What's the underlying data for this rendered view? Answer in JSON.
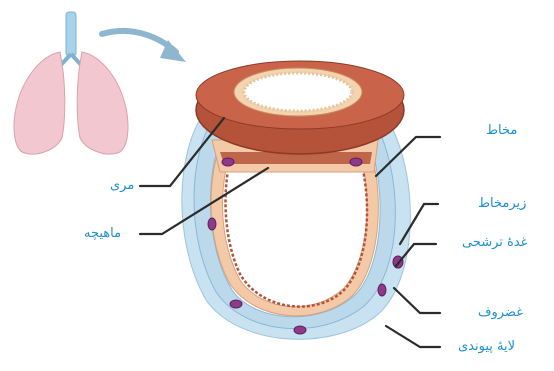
{
  "labels": {
    "mucosa": "مخاط",
    "esophagus": "مری",
    "submucosa": "زیرمخاط",
    "muscle": "ماهیچه",
    "gland": "غدهٔ ترشحی",
    "cartilage": "غضروف",
    "connective": "لایهٔ پیوندی"
  },
  "colors": {
    "label_text": "#1e8fcf",
    "leader_line": "#2b2b2b",
    "esophagus_muscle": "#b5533a",
    "cartilage": "#bcd9ec",
    "connective": "#c8e2f2",
    "gland": "#8e3a8a",
    "lung": "#f2c7cf",
    "trachea_top": "#a7d3ea",
    "arrow": "#8fb6cf"
  }
}
